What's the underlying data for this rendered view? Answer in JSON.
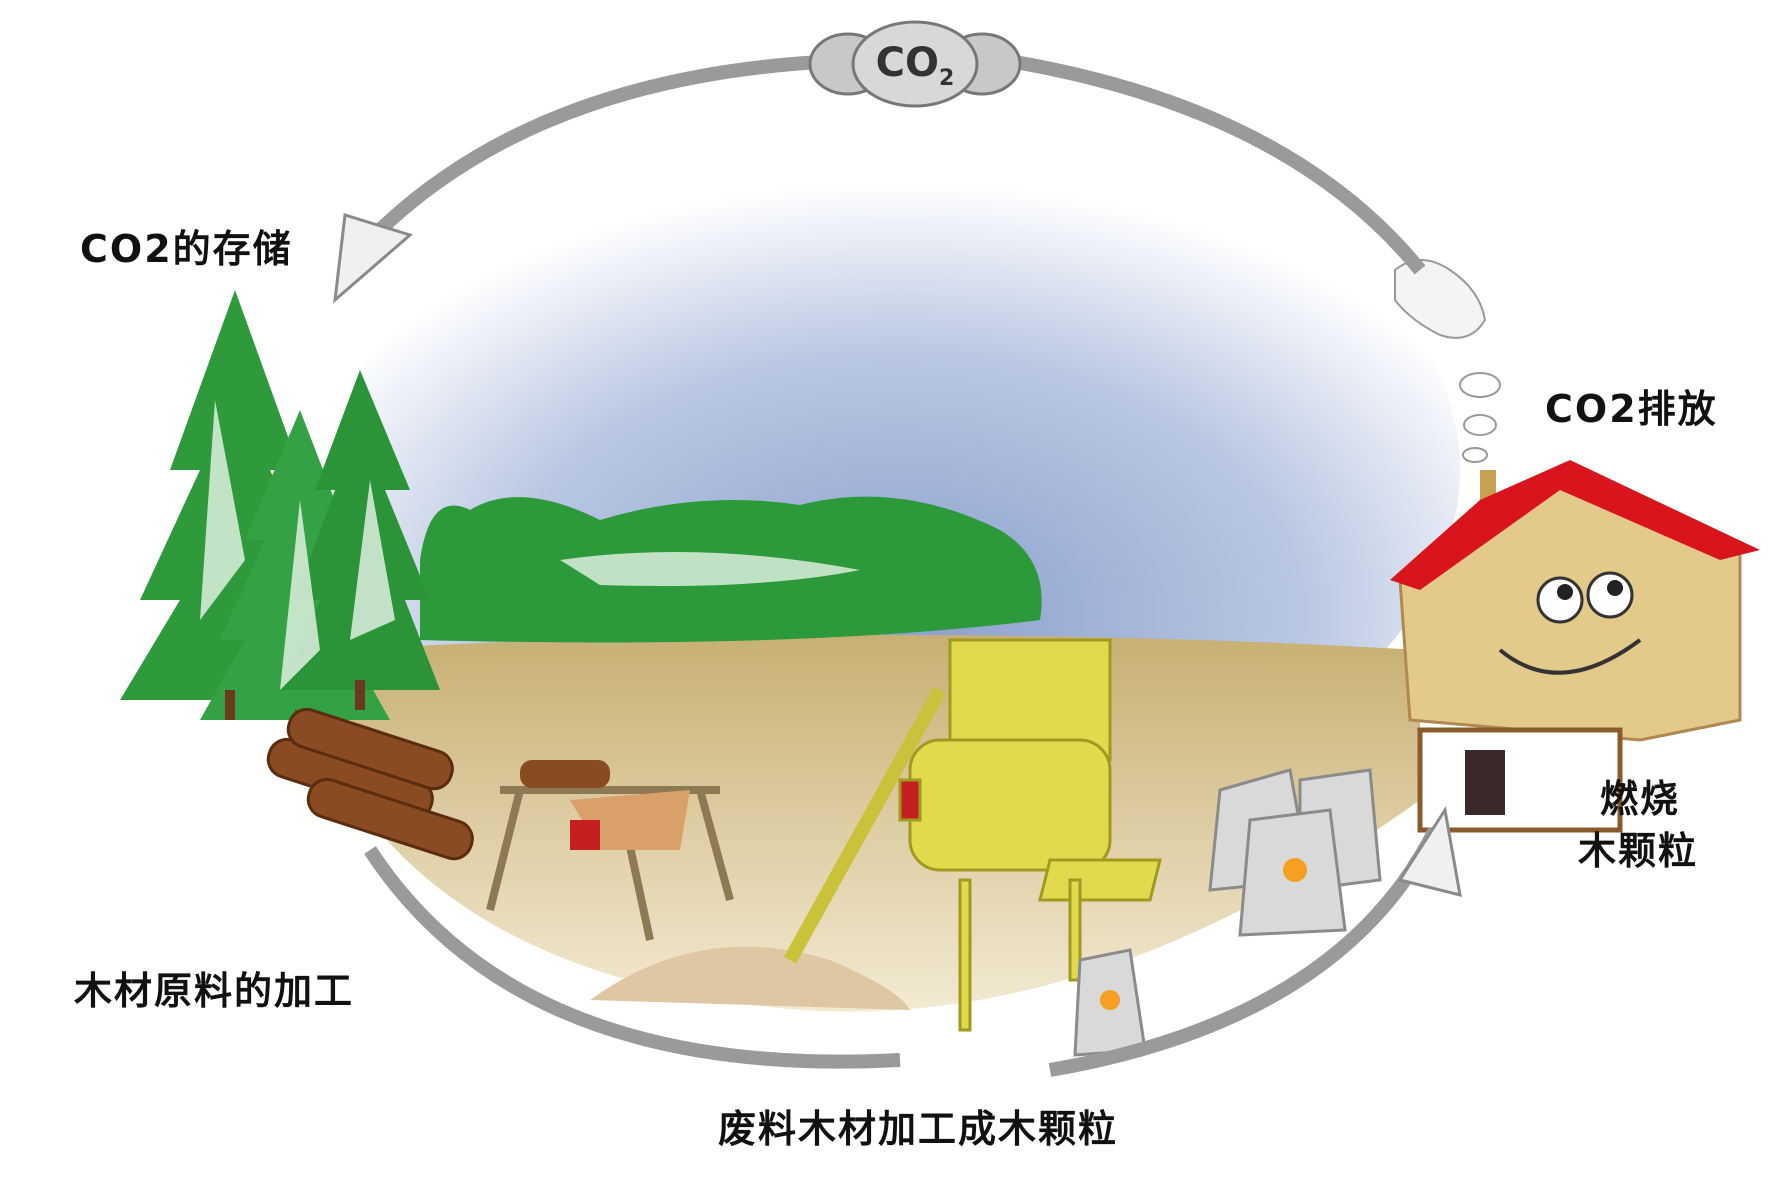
{
  "cycle_center": {
    "label": "CO",
    "subscript": "2"
  },
  "labels": {
    "co2_storage": "CO2的存储",
    "co2_emission": "CO2排放",
    "burning_line1": "燃烧",
    "burning_line2": "木颗粒",
    "raw_wood_processing": "木材原料的加工",
    "waste_wood_to_pellets": "废料木材加工成木颗粒"
  },
  "colors": {
    "roof": "#d8141c",
    "house": "#e3c98a",
    "tree": "#2e9a3c",
    "ground": "#cdb67a",
    "sky": "#9fb2d6",
    "machine": "#e0da4c"
  }
}
